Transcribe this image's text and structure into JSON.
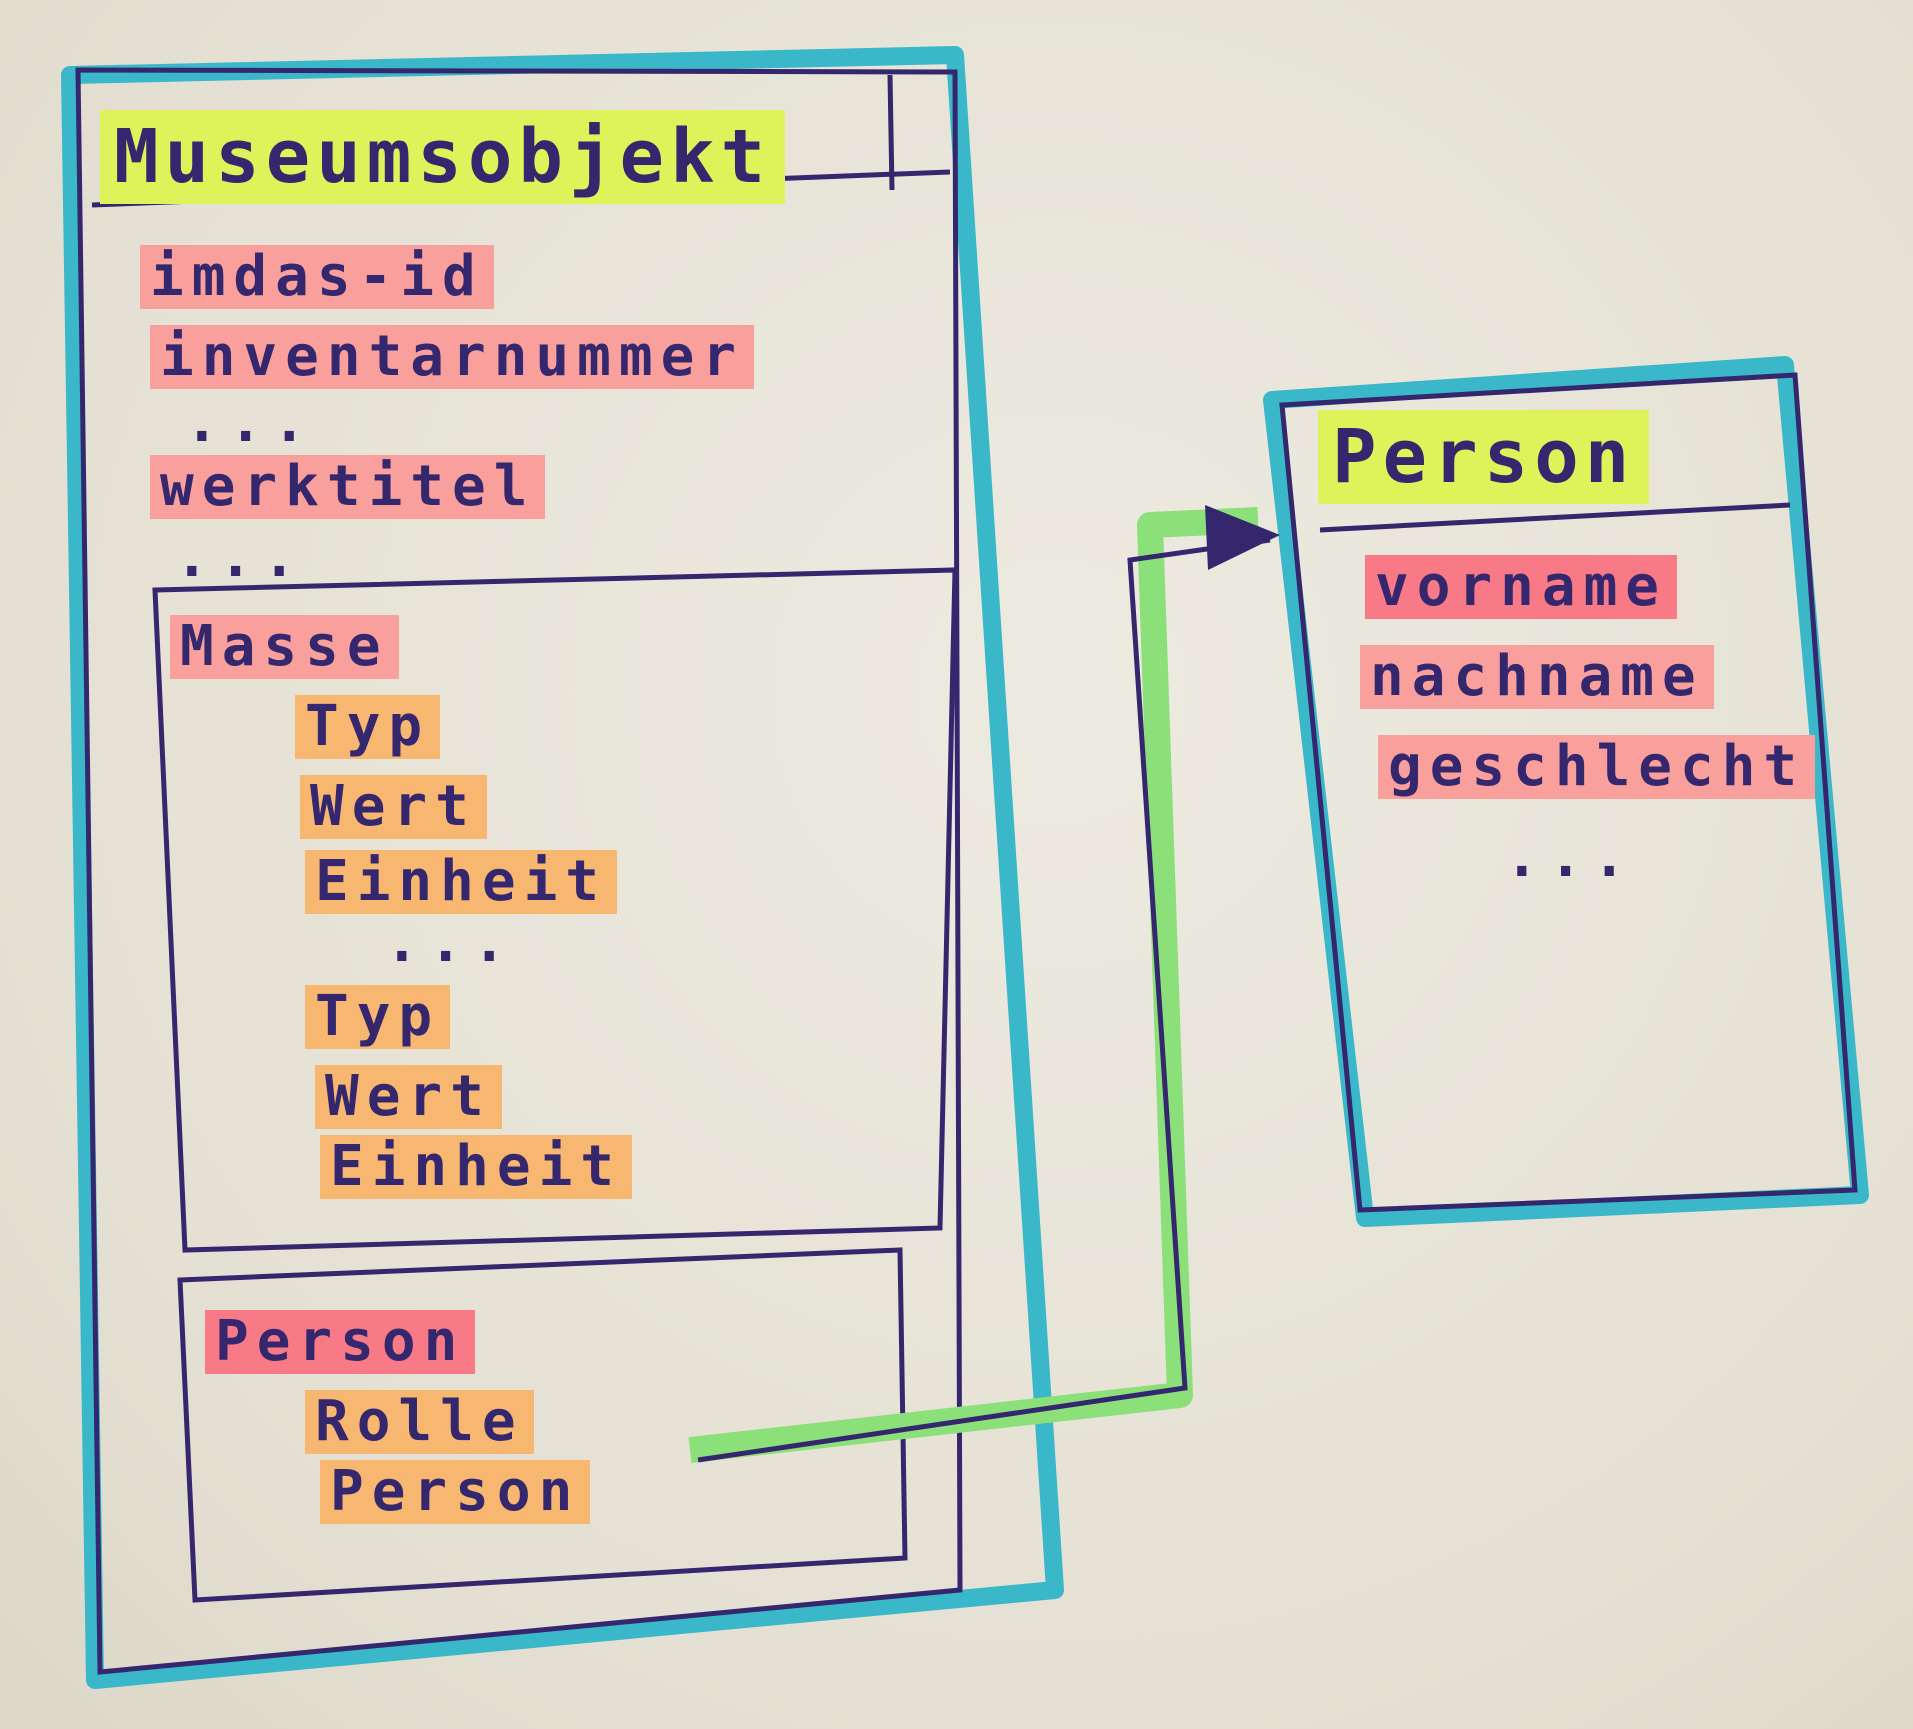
{
  "colors": {
    "ink": "#34276e",
    "box_outline": "#3ab8c9",
    "class_title_highlight": "#def25a",
    "attribute_highlight": "#f9a09c",
    "subfield_highlight": "#f8b770",
    "reference_line": "#8be07a"
  },
  "museumsobjekt": {
    "title": "Museumsobjekt",
    "attributes": {
      "imdas_id": "imdas-id",
      "inventarnummer": "inventarnummer",
      "ellipsis_1": "...",
      "werktitel": "werktitel",
      "ellipsis_2": "..."
    },
    "masse": {
      "label": "Masse",
      "group1": {
        "typ": "Typ",
        "wert": "Wert",
        "einheit": "Einheit"
      },
      "ellipsis": "...",
      "group2": {
        "typ": "Typ",
        "wert": "Wert",
        "einheit": "Einheit"
      }
    },
    "person_group": {
      "label": "Person",
      "rolle": "Rolle",
      "person": "Person"
    }
  },
  "person": {
    "title": "Person",
    "attributes": {
      "vorname": "vorname",
      "nachname": "nachname",
      "geschlecht": "geschlecht",
      "ellipsis": "..."
    }
  }
}
